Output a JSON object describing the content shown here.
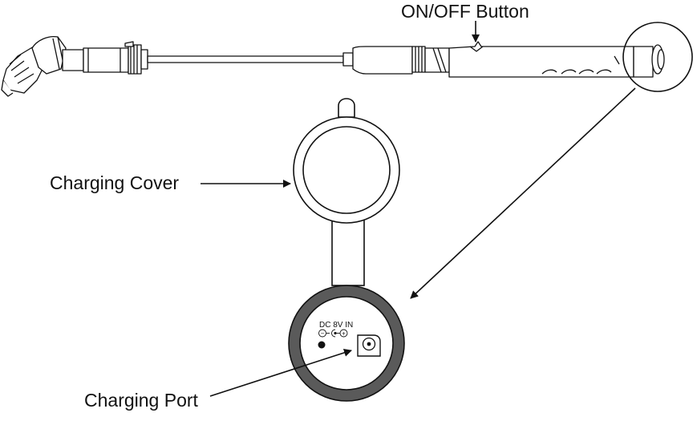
{
  "labels": {
    "on_off_button": "ON/OFF Button",
    "charging_cover": "Charging Cover",
    "charging_port": "Charging Port"
  },
  "port_marking": {
    "line1": "DC 8V IN",
    "minus": "−",
    "plus": "+"
  },
  "colors": {
    "line": "#111111",
    "ring_dark": "#5a5a5a",
    "fill": "#ffffff"
  },
  "icons": {
    "polarity": "dc-polarity-icon",
    "port": "dc-jack-icon",
    "button": "on-off-button-icon"
  }
}
